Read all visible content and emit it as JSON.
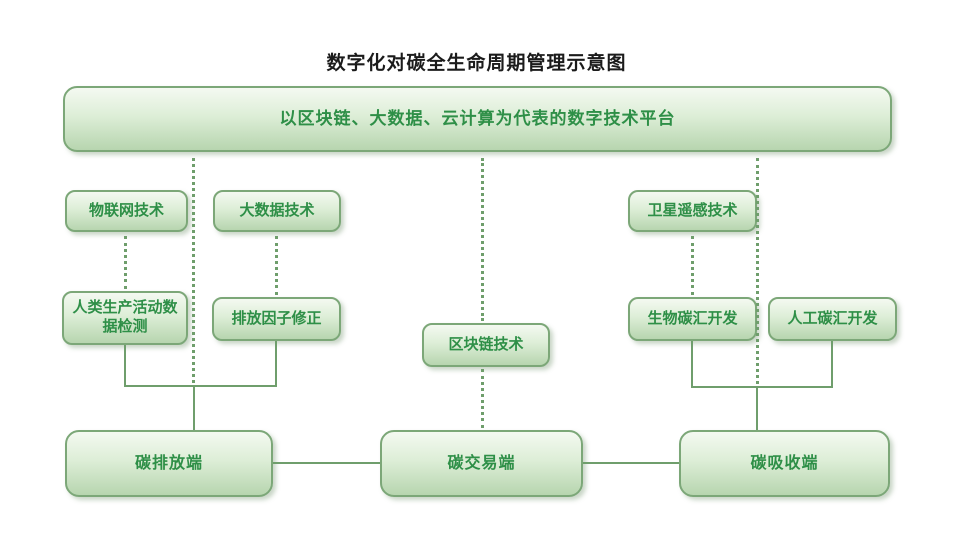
{
  "title": "数字化对碳全生命周期管理示意图",
  "colors": {
    "box_border": "#7ca778",
    "box_fill_top": "#f4f9f1",
    "box_fill_bottom": "#b7d5af",
    "box_text": "#2e8f47",
    "connector_line": "#6f9e6c",
    "title_text": "#1b1b1b",
    "background": "#ffffff"
  },
  "nodes": {
    "platform": {
      "label": "以区块链、大数据、云计算为代表的数字技术平台"
    },
    "iot": {
      "label": "物联网技术"
    },
    "bigdata": {
      "label": "大数据技术"
    },
    "satellite": {
      "label": "卫星遥感技术"
    },
    "human_activity": {
      "label": "人类生产活动数据检测"
    },
    "emission_factor": {
      "label": "排放因子修正"
    },
    "blockchain": {
      "label": "区块链技术"
    },
    "bio_sink": {
      "label": "生物碳汇开发"
    },
    "artificial_sink": {
      "label": "人工碳汇开发"
    },
    "emission_end": {
      "label": "碳排放端"
    },
    "trading_end": {
      "label": "碳交易端"
    },
    "absorption_end": {
      "label": "碳吸收端"
    }
  }
}
